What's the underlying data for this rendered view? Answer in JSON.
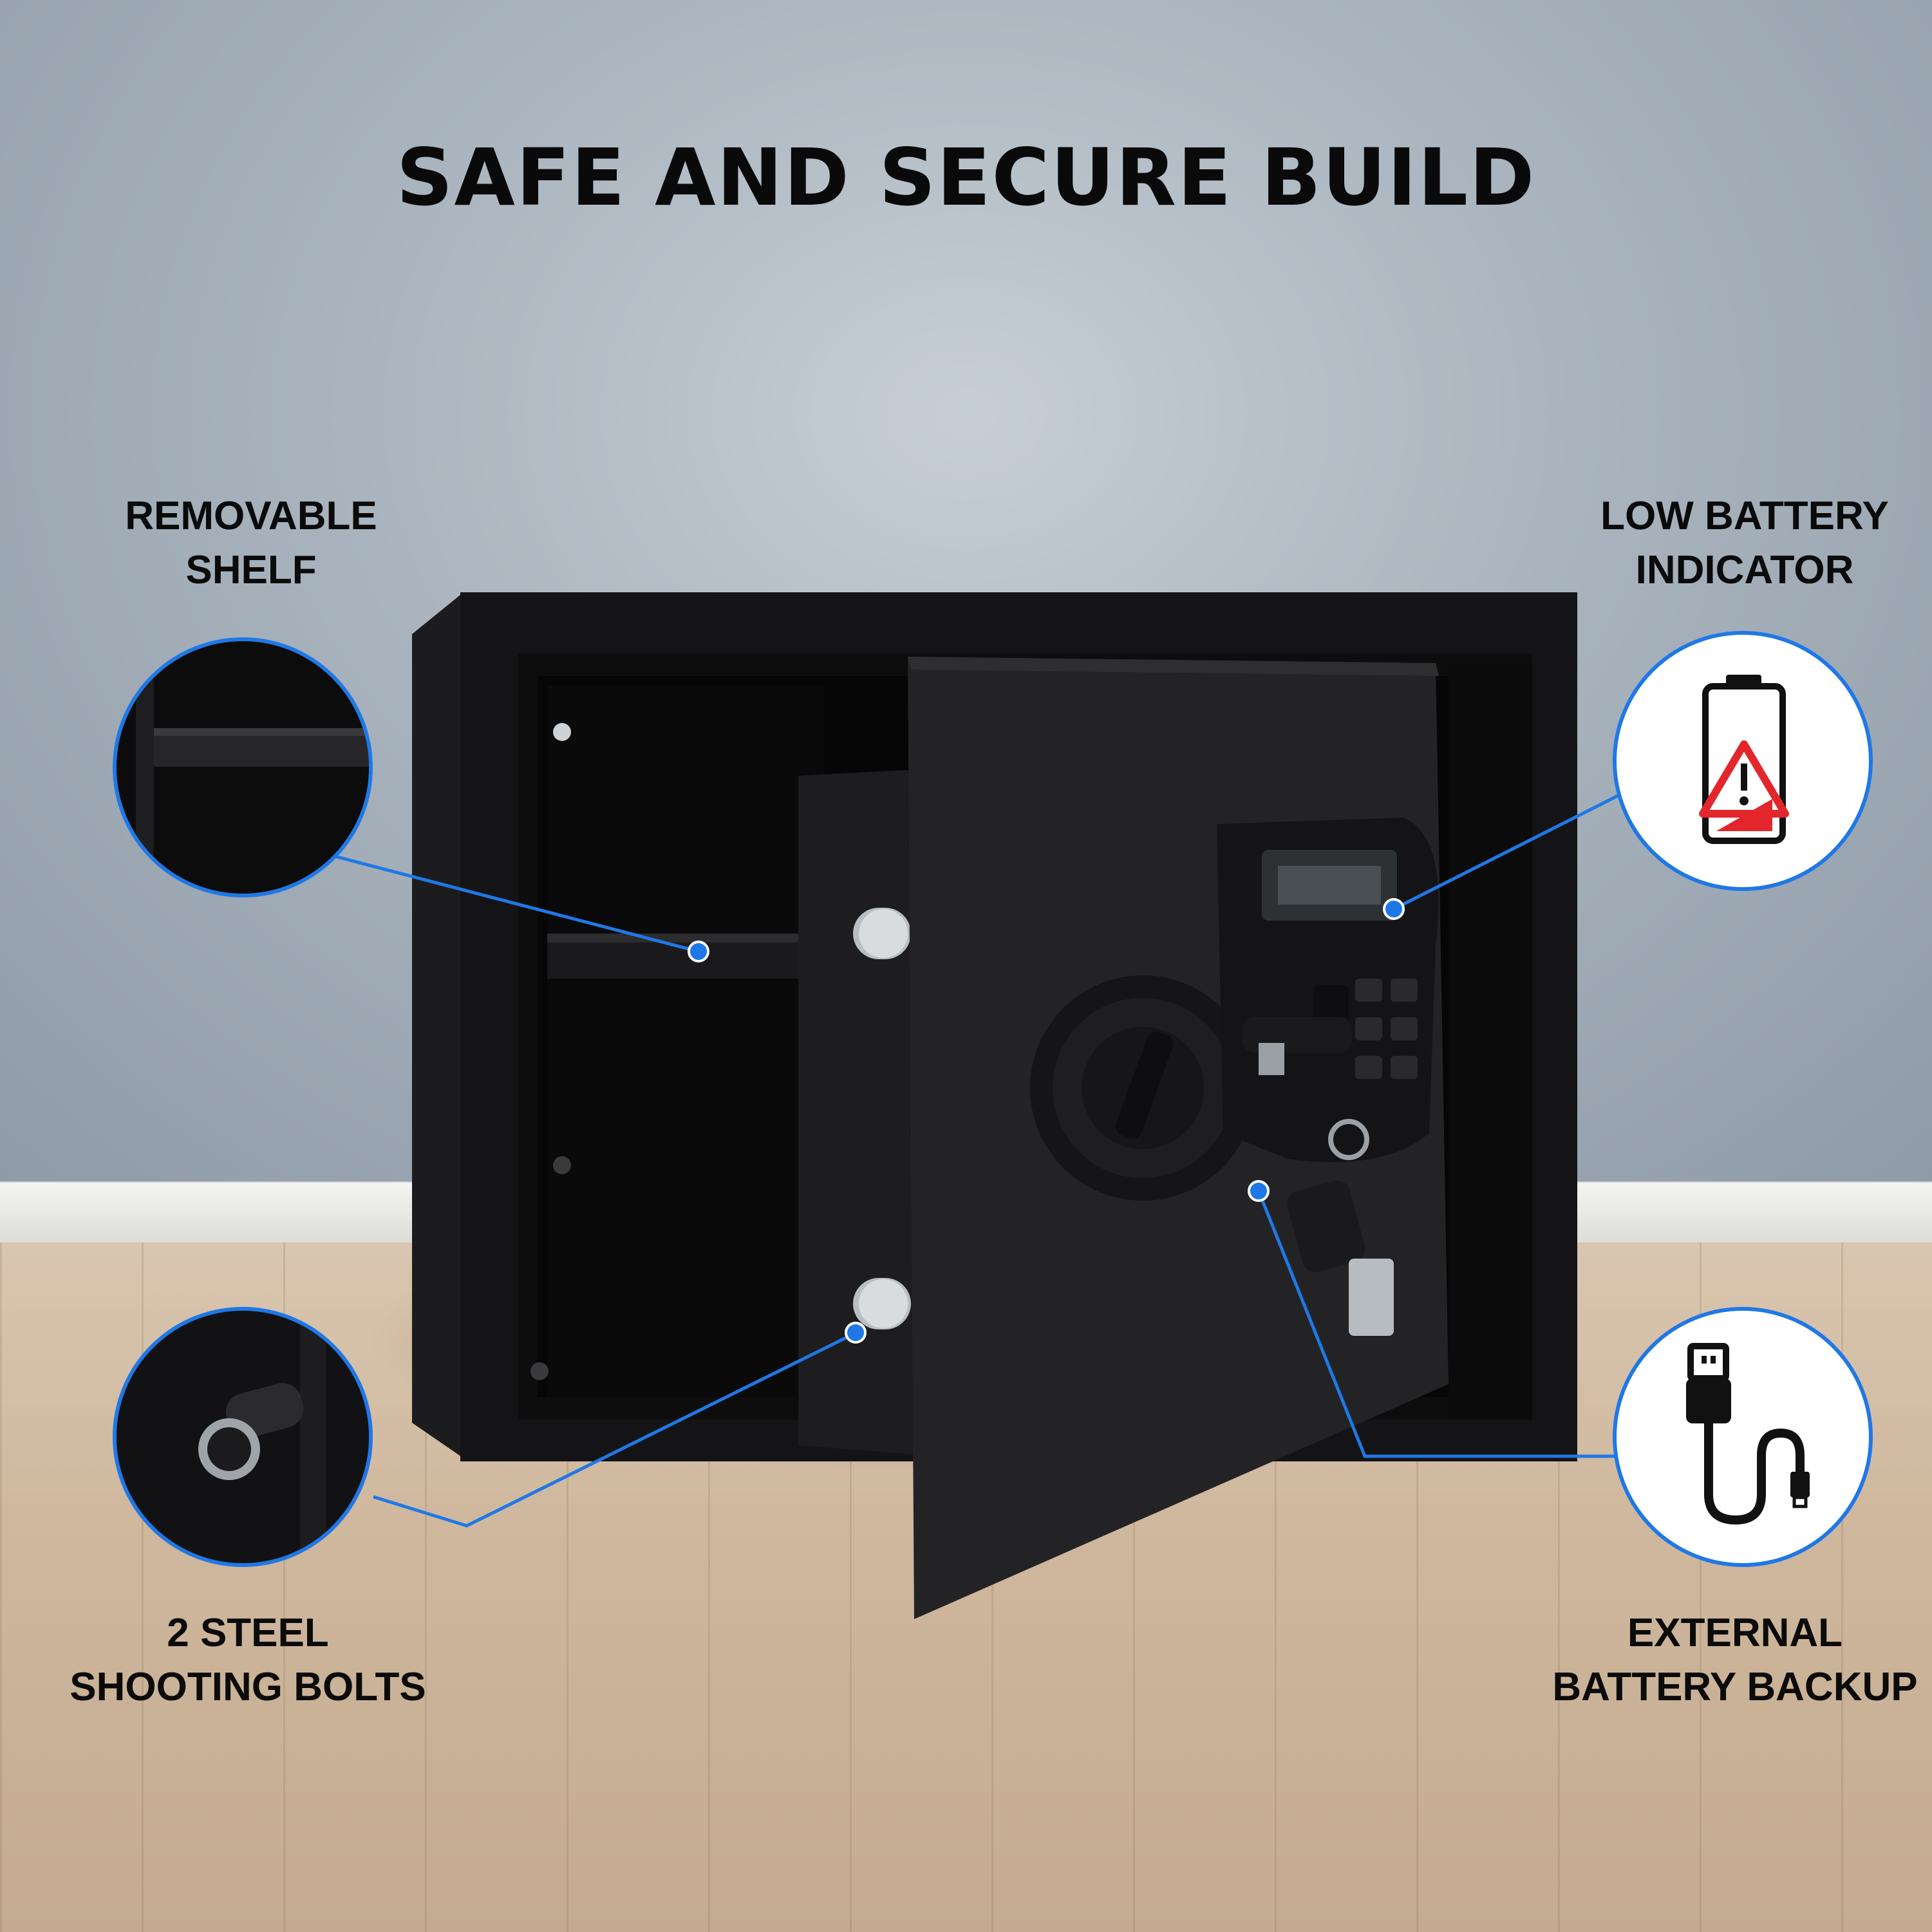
{
  "title": "SAFE AND SECURE BUILD",
  "features": {
    "removable_shelf": {
      "line1": "REMOVABLE",
      "line2": "SHELF"
    },
    "low_battery": {
      "line1": "LOW BATTERY",
      "line2": "INDICATOR"
    },
    "shooting_bolts": {
      "line1": "2 STEEL",
      "line2": "SHOOTING BOLTS"
    },
    "battery_backup": {
      "line1": "EXTERNAL",
      "line2": "BATTERY BACKUP"
    }
  },
  "colors": {
    "accent": "#1f78e6",
    "warning": "#e3262b",
    "safe_body": "#151517"
  },
  "icons": [
    "low-battery-warning-icon",
    "usb-cable-icon"
  ]
}
